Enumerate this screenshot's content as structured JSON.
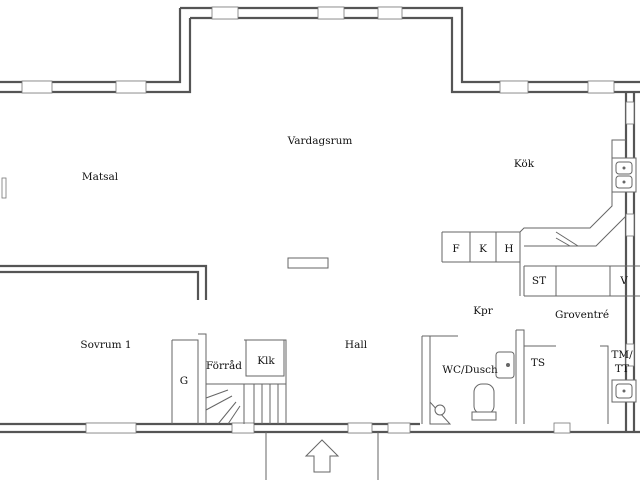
{
  "rooms": {
    "vardagsrum": "Vardagsrum",
    "matsal": "Matsal",
    "kok": "Kök",
    "sovrum": "Sovrum 1",
    "hall": "Hall",
    "kpr": "Kpr",
    "groventre": "Groventré",
    "forrad": "Förråd",
    "klk": "Klk",
    "wc": "WC/Dusch",
    "g": "G",
    "ts": "TS",
    "tm": "TM/",
    "tt": "TT",
    "f": "F",
    "k": "K",
    "h": "H",
    "st": "ST",
    "v": "V"
  },
  "icons": {
    "entrance": "arrow-up-icon"
  },
  "colors": {
    "wall": "#555555",
    "text": "#111111"
  }
}
